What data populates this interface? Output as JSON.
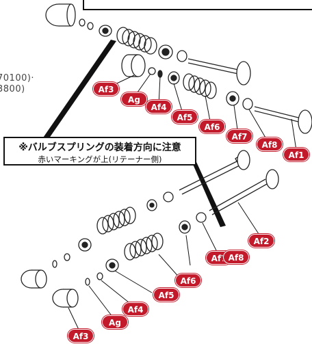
{
  "partial_text": {
    "line1": "70100)·",
    "line2": "3800)"
  },
  "note": {
    "line1": "※バルブスプリングの装着方向に注意",
    "line2": "赤いマーキングが上(リテーナー側)"
  },
  "labels": [
    "Af1",
    "Af2",
    "Af3",
    "Af3",
    "Af4",
    "Af4",
    "Af5",
    "Af5",
    "Af6",
    "Af6",
    "Af7",
    "Af7",
    "Af8",
    "Af8",
    "Ag",
    "Ag"
  ],
  "colors": {
    "label_fill": "#c21a2a",
    "line": "#111111"
  }
}
